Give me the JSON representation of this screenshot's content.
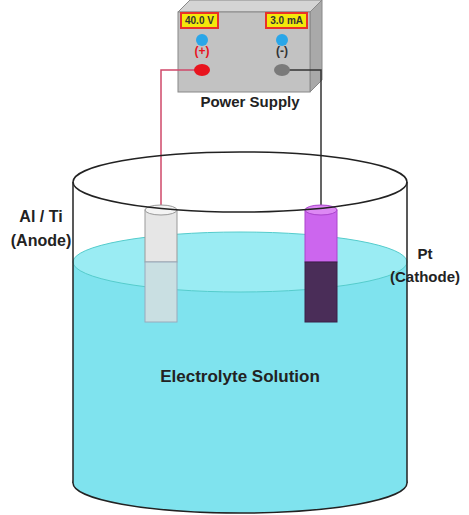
{
  "diagram": {
    "nodes": [
      {
        "text": [
          "Power Supply"
        ]
      },
      {
        "text": [
          "40.0 V"
        ],
        "in": 0
      },
      {
        "text": [
          "3.0 mA"
        ],
        "in": 0
      }
    ],
    "labels": [
      "(+)",
      "(-)",
      "Al / Ti (Anode)",
      "Pt (Cathode)",
      "Electrolyte Solution"
    ]
  }
}
